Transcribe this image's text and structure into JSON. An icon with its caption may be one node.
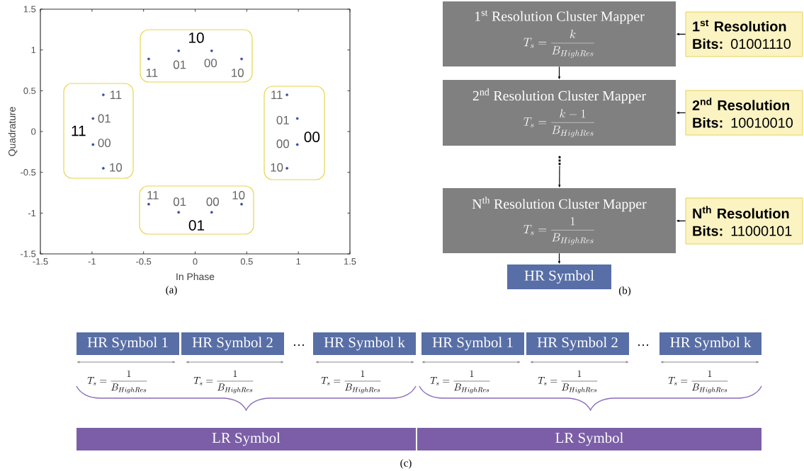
{
  "diagram": {
    "nodes": [
      {
        "text": [
          "10"
        ]
      },
      {
        "text": [
          "11"
        ]
      },
      {
        "text": [
          "00"
        ]
      },
      {
        "text": [
          "01"
        ]
      },
      {
        "text": [
          "1$^{st}$ Resolution Cluster Mapper",
          "T_s = \\frac{k}{B_{HighRes}}"
        ]
      },
      {
        "text": [
          "1$^{st}$ Resolution",
          "**Bits:** 01001110"
        ]
      },
      {
        "text": [
          "2$^{nd}$ Resolution Cluster Mapper",
          "T_s = \\frac{k-1}{B_{HighRes}}"
        ]
      },
      {
        "text": [
          "2$^{nd}$ Resolution",
          "**Bits:** 10010010"
        ]
      },
      {
        "text": [
          "⋮"
        ]
      },
      {
        "text": [
          "N$^{th}$ Resolution Cluster Mapper",
          "T_s = \\frac{1}{B_{HighRes}}"
        ]
      },
      {
        "text": [
          "N$^{th}$ Resolution",
          "**Bits:** 11000101"
        ]
      },
      {
        "text": [
          "HR Symbol"
        ]
      },
      {
        "text": [
          "HR Symbol 1"
        ]
      },
      {
        "text": [
          "HR Symbol 2"
        ]
      },
      {
        "text": [
          "HR Symbol k"
        ]
      },
      {
        "text": [
          "HR Symbol 1"
        ]
      },
      {
        "text": [
          "HR Symbol 2"
        ]
      },
      {
        "text": [
          "HR Symbol k"
        ]
      },
      {
        "text": [
          "LR Symbol"
        ]
      },
      {
        "text": [
          "LR Symbol"
        ]
      }
    ],
    "edges": [
      {
        "from": 5,
        "to": 4,
        "arrow": "to"
      },
      {
        "from": 4,
        "to": 6,
        "arrow": "to"
      },
      {
        "from": 7,
        "to": 6,
        "arrow": "to"
      },
      {
        "from": 8,
        "to": 9,
        "arrow": "to"
      },
      {
        "from": 10,
        "to": 9,
        "arrow": "to"
      },
      {
        "from": 9,
        "to": 11,
        "arrow": "to"
      }
    ],
    "labels": [
      "(a)",
      "(b)",
      "…",
      "…",
      "T_s = \\frac{1}{B_{HighRes}}",
      "T_s = \\frac{1}{B_{HighRes}}",
      "T_s = \\frac{1}{B_{HighRes}}",
      "T_s = \\frac{1}{B_{HighRes}}",
      "T_s = \\frac{1}{B_{HighRes}}",
      "T_s = \\frac{1}{B_{HighRes}}",
      "(c)"
    ],
    "chart_data": {
      "type": "scatter",
      "xlabel": "In Phase",
      "ylabel": "Quadrature",
      "xlim": [
        -1.5,
        1.5
      ],
      "ylim": [
        -1.5,
        1.5
      ],
      "xticks": [
        -1.5,
        -1,
        -0.5,
        0,
        0.5,
        1,
        1.5
      ],
      "yticks": [
        -1.5,
        -1,
        -0.5,
        0,
        0.5,
        1,
        1.5
      ],
      "x": [
        -0.45,
        -0.16,
        0.16,
        0.45,
        -0.89,
        -0.99,
        -0.99,
        -0.89,
        0.89,
        0.99,
        0.99,
        0.89,
        -0.45,
        -0.16,
        0.16,
        0.45
      ],
      "series": [
        {
          "color": "#3b4ba0",
          "values": [
            0.89,
            0.99,
            0.99,
            0.89,
            0.45,
            0.16,
            -0.16,
            -0.45,
            0.45,
            0.16,
            -0.16,
            -0.45,
            -0.89,
            -0.99,
            -0.99,
            -0.89
          ]
        }
      ],
      "annotations": [
        "11",
        "01",
        "00",
        "10",
        "11",
        "01",
        "00",
        "10",
        "11",
        "01",
        "00",
        "10",
        "11",
        "01",
        "00",
        "10"
      ]
    }
  }
}
